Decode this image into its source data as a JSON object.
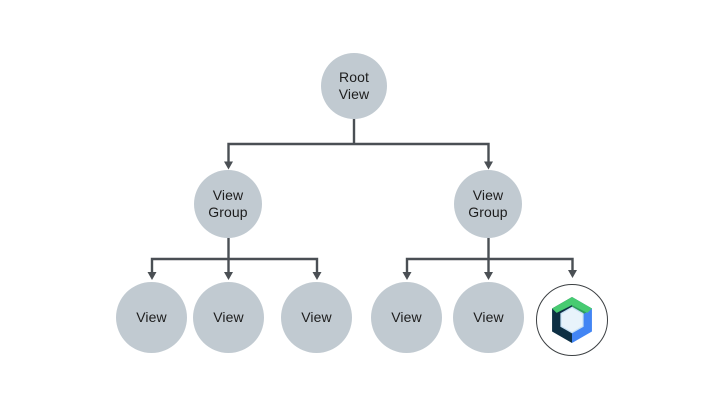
{
  "diagram": {
    "type": "tree",
    "description": "Android view hierarchy tree with a Jetpack Compose node",
    "nodes": [
      {
        "id": "root",
        "label": "Root View"
      },
      {
        "id": "view-group-left",
        "label": "View Group"
      },
      {
        "id": "view-group-right",
        "label": "View Group"
      },
      {
        "id": "view-1",
        "label": "View"
      },
      {
        "id": "view-2",
        "label": "View"
      },
      {
        "id": "view-3",
        "label": "View"
      },
      {
        "id": "view-4",
        "label": "View"
      },
      {
        "id": "view-5",
        "label": "View"
      },
      {
        "id": "compose-node",
        "label": "",
        "icon": "jetpack-compose-logo"
      }
    ],
    "edges": [
      {
        "from": "root",
        "to": "view-group-left"
      },
      {
        "from": "root",
        "to": "view-group-right"
      },
      {
        "from": "view-group-left",
        "to": "view-1"
      },
      {
        "from": "view-group-left",
        "to": "view-2"
      },
      {
        "from": "view-group-left",
        "to": "view-3"
      },
      {
        "from": "view-group-right",
        "to": "view-4"
      },
      {
        "from": "view-group-right",
        "to": "view-5"
      },
      {
        "from": "view-group-right",
        "to": "compose-node"
      }
    ],
    "colors": {
      "background": "#FFFFFF",
      "node_fill": "#C1CAD1",
      "node_text": "#1D1D1D",
      "connector": "#4A4F54",
      "compose_ring": "#3C4043"
    },
    "compose_logo": {
      "name": "jetpack-compose-logo",
      "colors": {
        "left_face": "#0E3044",
        "right_face": "#4285F4",
        "top_shade": "#2D9E5B",
        "roof": "#47CB71",
        "core_halo": "#C6E0F5",
        "core": "#E8F3FB"
      }
    }
  }
}
